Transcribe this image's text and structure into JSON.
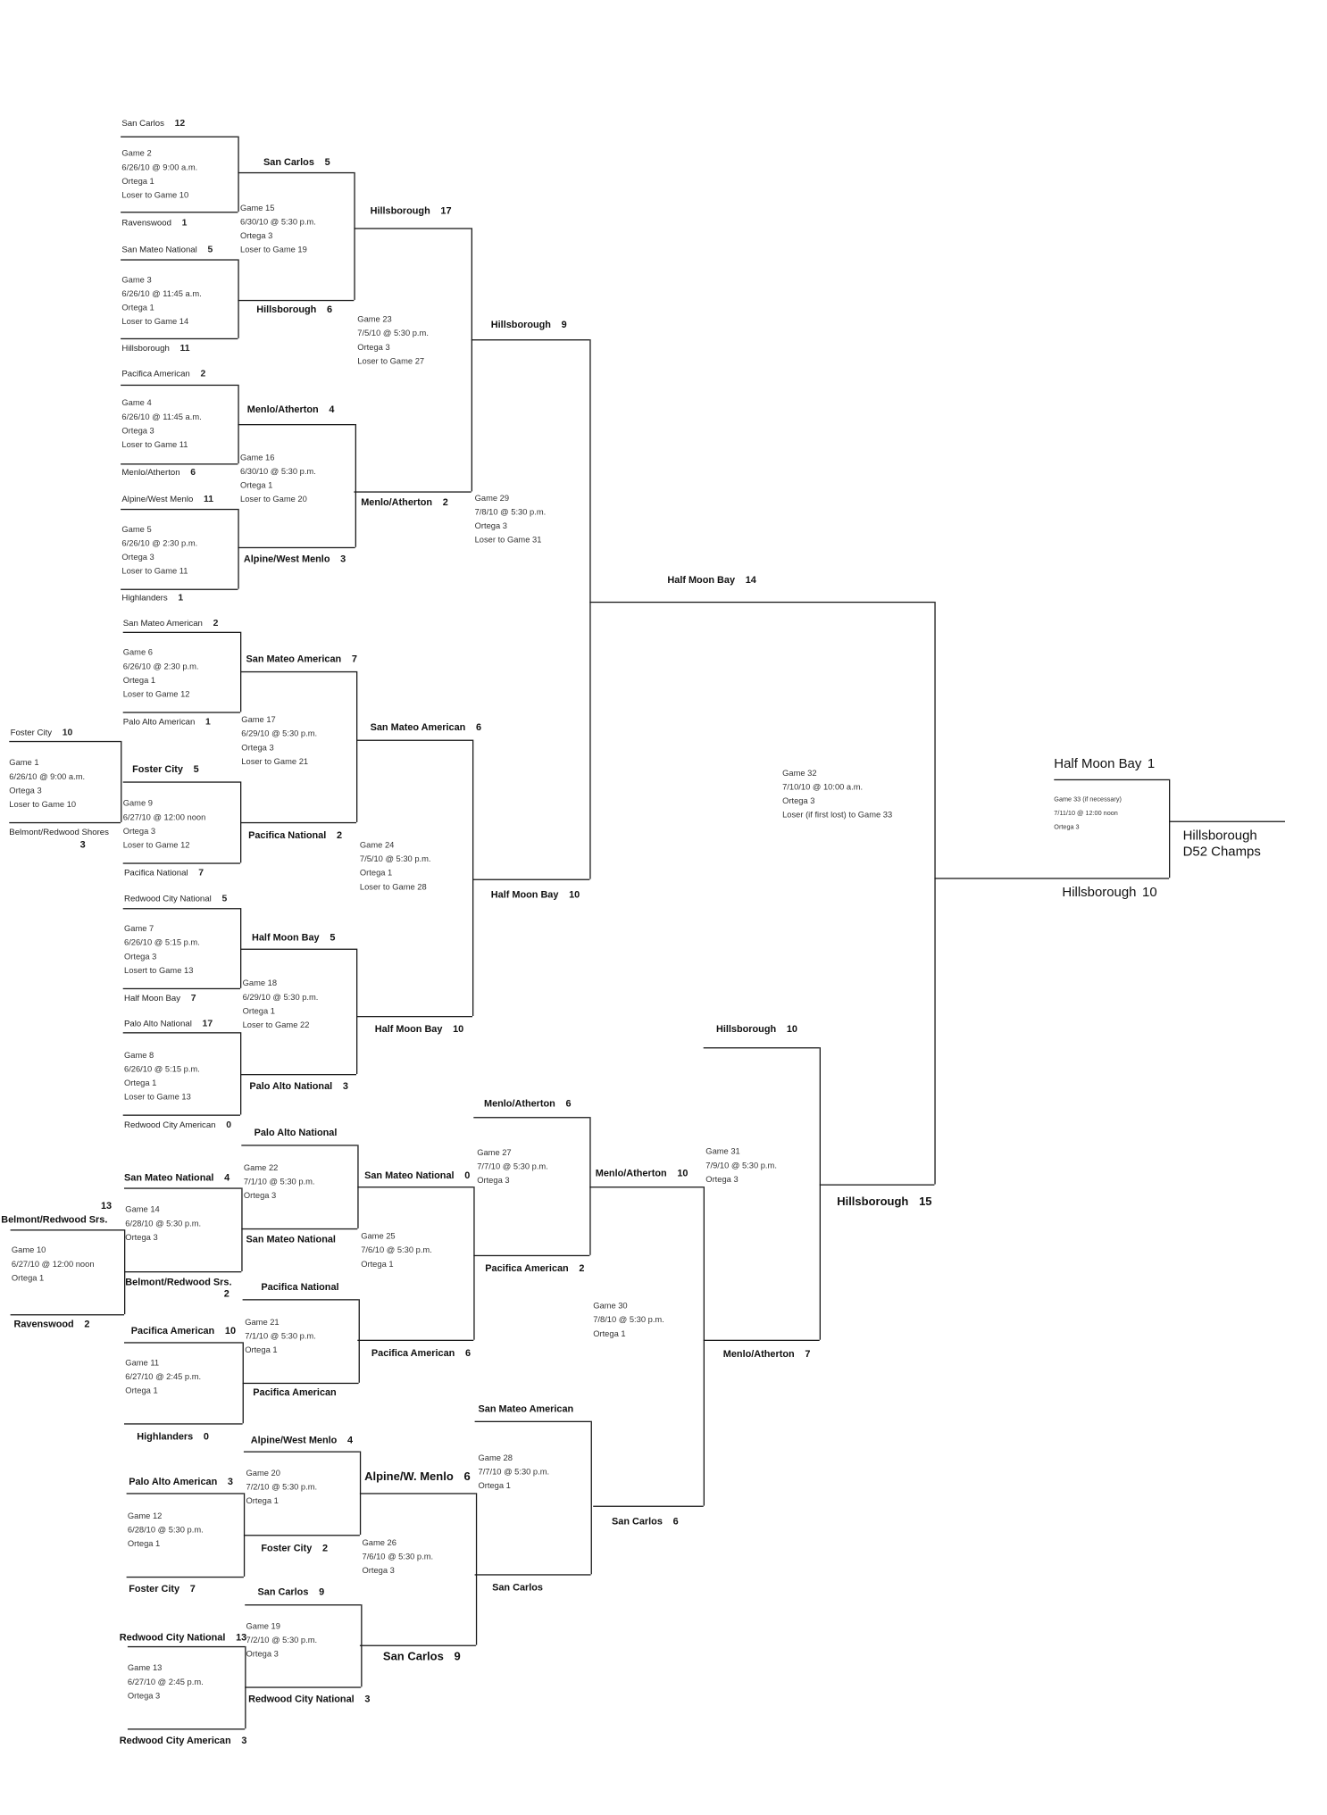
{
  "games": {
    "g1": {
      "top": {
        "team": "Foster City",
        "score": "10"
      },
      "bottom": {
        "team": "Belmont/Redwood Shores",
        "score": "3"
      },
      "info": [
        "Game 1",
        "6/26/10 @ 9:00 a.m.",
        "Ortega 3",
        "Loser to Game 10"
      ]
    },
    "g2": {
      "top": {
        "team": "San Carlos",
        "score": "12"
      },
      "bottom": {
        "team": "Ravenswood",
        "score": "1"
      },
      "info": [
        "Game 2",
        "6/26/10 @ 9:00 a.m.",
        "Ortega 1",
        "Loser to Game 10"
      ]
    },
    "g3": {
      "top": {
        "team": "San Mateo National",
        "score": "5"
      },
      "bottom": {
        "team": "Hillsborough",
        "score": "11"
      },
      "info": [
        "Game 3",
        "6/26/10 @ 11:45 a.m.",
        "Ortega 1",
        "Loser to Game 14"
      ]
    },
    "g4": {
      "top": {
        "team": "Pacifica American",
        "score": "2"
      },
      "bottom": {
        "team": "Menlo/Atherton",
        "score": "6"
      },
      "info": [
        "Game 4",
        "6/26/10 @ 11:45 a.m.",
        "Ortega 3",
        "Loser to Game 11"
      ]
    },
    "g5": {
      "top": {
        "team": "Alpine/West Menlo",
        "score": "11"
      },
      "bottom": {
        "team": "Highlanders",
        "score": "1"
      },
      "info": [
        "Game 5",
        "6/26/10 @ 2:30 p.m.",
        "Ortega 3",
        "Loser to Game 11"
      ]
    },
    "g6": {
      "top": {
        "team": "San Mateo American",
        "score": "2"
      },
      "bottom": {
        "team": "Palo Alto American",
        "score": "1"
      },
      "info": [
        "Game 6",
        "6/26/10 @ 2:30 p.m.",
        "Ortega 1",
        "Loser to Game 12"
      ]
    },
    "g7": {
      "top": {
        "team": "Redwood City National",
        "score": "5"
      },
      "bottom": {
        "team": "Half Moon Bay",
        "score": "7"
      },
      "info": [
        "Game 7",
        "6/26/10 @ 5:15 p.m.",
        "Ortega 3",
        "Losert to Game 13"
      ]
    },
    "g8": {
      "top": {
        "team": "Palo Alto National",
        "score": "17"
      },
      "bottom": {
        "team": "Redwood City American",
        "score": "0"
      },
      "info": [
        "Game 8",
        "6/26/10 @ 5:15 p.m.",
        "Ortega 1",
        "Loser to Game 13"
      ]
    },
    "g9": {
      "top": {
        "team": "Foster City",
        "score": "5"
      },
      "bottom": {
        "team": "Pacifica National",
        "score": "7"
      },
      "info": [
        "Game 9",
        "6/27/10 @ 12:00 noon",
        "Ortega 3",
        "Loser to Game 12"
      ]
    },
    "g10": {
      "top": {
        "team": "Belmont/Redwood Srs.",
        "score": "13"
      },
      "bottom": {
        "team": "Ravenswood",
        "score": "2"
      },
      "info": [
        "Game 10",
        "6/27/10 @ 12:00 noon",
        "Ortega 1"
      ]
    },
    "g11": {
      "top": {
        "team": "Pacifica American",
        "score": "10"
      },
      "bottom": {
        "team": "Highlanders",
        "score": "0"
      },
      "info": [
        "Game 11",
        "6/27/10 @ 2:45 p.m.",
        "Ortega 1"
      ]
    },
    "g12": {
      "top": {
        "team": "Palo Alto American",
        "score": "3"
      },
      "bottom": {
        "team": "Foster City",
        "score": "7"
      },
      "info": [
        "Game 12",
        "6/28/10 @ 5:30 p.m.",
        "Ortega 1"
      ]
    },
    "g13": {
      "top": {
        "team": "Redwood City National",
        "score": "13"
      },
      "bottom": {
        "team": "Redwood City American",
        "score": "3"
      },
      "info": [
        "Game 13",
        "6/27/10 @ 2:45 p.m.",
        "Ortega 3"
      ]
    },
    "g14": {
      "top": {
        "team": "San Mateo National",
        "score": "4"
      },
      "bottom": {
        "team": "Belmont/Redwood Srs.",
        "score": "2"
      },
      "info": [
        "Game 14",
        "6/28/10 @ 5:30 p.m.",
        "Ortega 3"
      ]
    },
    "g15": {
      "top": {
        "team": "San Carlos",
        "score": "5"
      },
      "bottom": {
        "team": "Hillsborough",
        "score": "6"
      },
      "info": [
        "Game 15",
        "6/30/10 @ 5:30 p.m.",
        "Ortega 3",
        "Loser to Game 19"
      ]
    },
    "g16": {
      "top": {
        "team": "Menlo/Atherton",
        "score": "4"
      },
      "bottom": {
        "team": "Alpine/West Menlo",
        "score": "3"
      },
      "info": [
        "Game 16",
        "6/30/10 @ 5:30 p.m.",
        "Ortega 1",
        "Loser to Game 20"
      ]
    },
    "g17": {
      "top": {
        "team": "San Mateo American",
        "score": "7"
      },
      "bottom": {
        "team": "Pacifica National",
        "score": "2"
      },
      "info": [
        "Game 17",
        "6/29/10 @ 5:30 p.m.",
        "Ortega 3",
        "Loser to Game 21"
      ]
    },
    "g18": {
      "top": {
        "team": "Half Moon Bay",
        "score": "5"
      },
      "bottom": {
        "team": "Palo Alto National",
        "score": "3"
      },
      "info": [
        "Game 18",
        "6/29/10 @ 5:30 p.m.",
        "Ortega 1",
        "Loser to Game 22"
      ]
    },
    "g19": {
      "top": {
        "team": "San Carlos",
        "score": "9"
      },
      "bottom": {
        "team": "Redwood City National",
        "score": "3"
      },
      "info": [
        "Game 19",
        "7/2/10 @ 5:30 p.m.",
        "Ortega 3"
      ]
    },
    "g20": {
      "top": {
        "team": "Alpine/West Menlo",
        "score": "4"
      },
      "bottom": {
        "team": "Foster City",
        "score": "2"
      },
      "info": [
        "Game 20",
        "7/2/10 @ 5:30 p.m.",
        "Ortega 1"
      ]
    },
    "g21": {
      "top": {
        "team": "Pacifica National"
      },
      "bottom": {
        "team": "Pacifica American"
      },
      "info": [
        "Game 21",
        "7/1/10 @ 5:30 p.m.",
        "Ortega 1"
      ]
    },
    "g22": {
      "top": {
        "team": "Palo Alto National"
      },
      "bottom": {
        "team": "San Mateo National"
      },
      "info": [
        "Game 22",
        "7/1/10 @ 5:30 p.m.",
        "Ortega 3"
      ]
    },
    "g23": {
      "top": {
        "team": "Hillsborough",
        "score": "17"
      },
      "bottom": {
        "team": "Menlo/Atherton",
        "score": "2"
      },
      "info": [
        "Game 23",
        "7/5/10 @ 5:30 p.m.",
        "Ortega 3",
        "Loser to Game 27"
      ]
    },
    "g24": {
      "top": {
        "team": "San Mateo American",
        "score": "6"
      },
      "bottom": {
        "team": "Half Moon Bay",
        "score": "10"
      },
      "info": [
        "Game 24",
        "7/5/10 @ 5:30 p.m.",
        "Ortega 1",
        "Loser to Game 28"
      ]
    },
    "g25": {
      "top": {
        "team": "San Mateo National",
        "score": "0"
      },
      "bottom": {
        "team": "Pacifica American",
        "score": "6"
      },
      "info": [
        "Game 25",
        "7/6/10 @ 5:30 p.m.",
        "Ortega 1"
      ]
    },
    "g26": {
      "top": {
        "team": "Alpine/W. Menlo",
        "score": "6"
      },
      "bottom": {
        "team": "San Carlos",
        "score": "9"
      },
      "info": [
        "Game 26",
        "7/6/10 @ 5:30 p.m.",
        "Ortega 3"
      ]
    },
    "g27": {
      "top": {
        "team": "Menlo/Atherton",
        "score": "6"
      },
      "bottom": {
        "team": "Pacifica American",
        "score": "2"
      },
      "info": [
        "Game 27",
        "7/7/10 @ 5:30 p.m.",
        "Ortega 3"
      ]
    },
    "g28": {
      "top": {
        "team": "San Mateo American"
      },
      "bottom": {
        "team": "San Carlos"
      },
      "info": [
        "Game 28",
        "7/7/10 @ 5:30 p.m.",
        "Ortega 1"
      ]
    },
    "g29": {
      "top": {
        "team": "Hillsborough",
        "score": "9"
      },
      "bottom": {
        "team": "Half Moon Bay",
        "score": "10"
      },
      "info": [
        "Game 29",
        "7/8/10 @ 5:30 p.m.",
        "Ortega 3",
        "Loser to Game 31"
      ]
    },
    "g30": {
      "top": {
        "team": "Menlo/Atherton",
        "score": "10"
      },
      "bottom": {
        "team": "San Carlos",
        "score": "6"
      },
      "info": [
        "Game 30",
        "7/8/10 @ 5:30 p.m.",
        "Ortega 1"
      ]
    },
    "g31": {
      "top": {
        "team": "Hillsborough",
        "score": "10"
      },
      "bottom": {
        "team": "Menlo/Atherton",
        "score": "7"
      },
      "info": [
        "Game 31",
        "7/9/10 @ 5:30 p.m.",
        "Ortega 3"
      ]
    },
    "g32": {
      "top": {
        "team": "Half Moon Bay",
        "score": "14"
      },
      "bottom": {
        "team": "Hillsborough",
        "score": "15"
      },
      "info": [
        "Game 32",
        "7/10/10 @ 10:00 a.m.",
        "Ortega 3",
        "Loser (if first lost) to Game 33"
      ]
    },
    "g33": {
      "top": {
        "team": "Half Moon Bay",
        "score": "1"
      },
      "bottom": {
        "team": "Hillsborough",
        "score": "10"
      },
      "info": [
        "Game 33 (if necessary)",
        "7/11/10 @ 12:00 noon",
        "Ortega 3"
      ]
    }
  },
  "champion": {
    "team": "Hillsborough",
    "title": "D52 Champs"
  }
}
